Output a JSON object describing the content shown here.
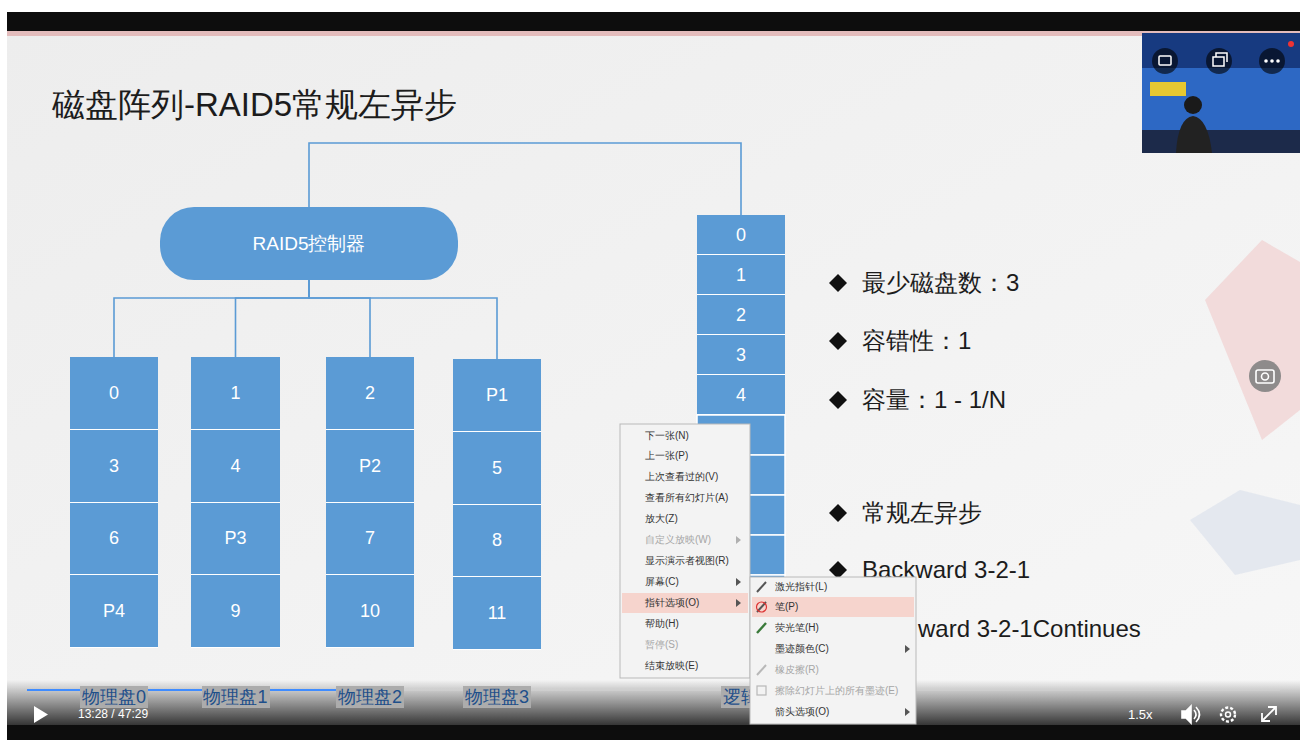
{
  "diagram": {
    "title": "磁盘阵列-RAID5常规左异步",
    "nodes": [
      {
        "text": [
          "RAID5控制器"
        ]
      },
      {
        "text": [
          "物理盘0"
        ]
      },
      {
        "text": [
          "0"
        ],
        "in": 1
      },
      {
        "text": [
          "3"
        ],
        "in": 1
      },
      {
        "text": [
          "6"
        ],
        "in": 1
      },
      {
        "text": [
          "P4"
        ],
        "in": 1
      },
      {
        "text": [
          "物理盘1"
        ]
      },
      {
        "text": [
          "1"
        ],
        "in": 6
      },
      {
        "text": [
          "4"
        ],
        "in": 6
      },
      {
        "text": [
          "P3"
        ],
        "in": 6
      },
      {
        "text": [
          "9"
        ],
        "in": 6
      },
      {
        "text": [
          "物理盘2"
        ]
      },
      {
        "text": [
          "2"
        ],
        "in": 11
      },
      {
        "text": [
          "P2"
        ],
        "in": 11
      },
      {
        "text": [
          "7"
        ],
        "in": 11
      },
      {
        "text": [
          "10"
        ],
        "in": 11
      },
      {
        "text": [
          "物理盘3"
        ]
      },
      {
        "text": [
          "P1"
        ],
        "in": 16
      },
      {
        "text": [
          "5"
        ],
        "in": 16
      },
      {
        "text": [
          "8"
        ],
        "in": 16
      },
      {
        "text": [
          "11"
        ],
        "in": 16
      },
      {
        "text": [
          "逻辑"
        ]
      },
      {
        "text": [
          "0"
        ],
        "in": 21
      },
      {
        "text": [
          "1"
        ],
        "in": 21
      },
      {
        "text": [
          "2"
        ],
        "in": 21
      },
      {
        "text": [
          "3"
        ],
        "in": 21
      },
      {
        "text": [
          "4"
        ],
        "in": 21
      }
    ],
    "edges": [
      {
        "from": 0,
        "to": 1,
        "arrow": "none"
      },
      {
        "from": 0,
        "to": 6,
        "arrow": "none"
      },
      {
        "from": 0,
        "to": 11,
        "arrow": "none"
      },
      {
        "from": 0,
        "to": 16,
        "arrow": "none"
      },
      {
        "from": 0,
        "to": 21,
        "arrow": "none"
      }
    ],
    "labels": [
      "最少磁盘数：3",
      "容错性：1",
      "容量：1 - 1/N",
      "常规左异步",
      "Backward 3-2-1",
      "ward 3-2-1Continues",
      "下一张(N)",
      "上一张(P)",
      "上次查看过的(V)",
      "查看所有幻灯片(A)",
      "放大(Z)",
      "自定义放映(W)",
      "显示演示者视图(R)",
      "屏幕(C)",
      "指针选项(O)",
      "帮助(H)",
      "暂停(S)",
      "结束放映(E)",
      "激光指针(L)",
      "笔(P)",
      "荧光笔(H)",
      "墨迹颜色(C)",
      "橡皮擦(R)",
      "擦除幻灯片上的所有墨迹(E)",
      "箭头选项(O)",
      "13:28 / 47:29",
      "1.5x"
    ]
  }
}
